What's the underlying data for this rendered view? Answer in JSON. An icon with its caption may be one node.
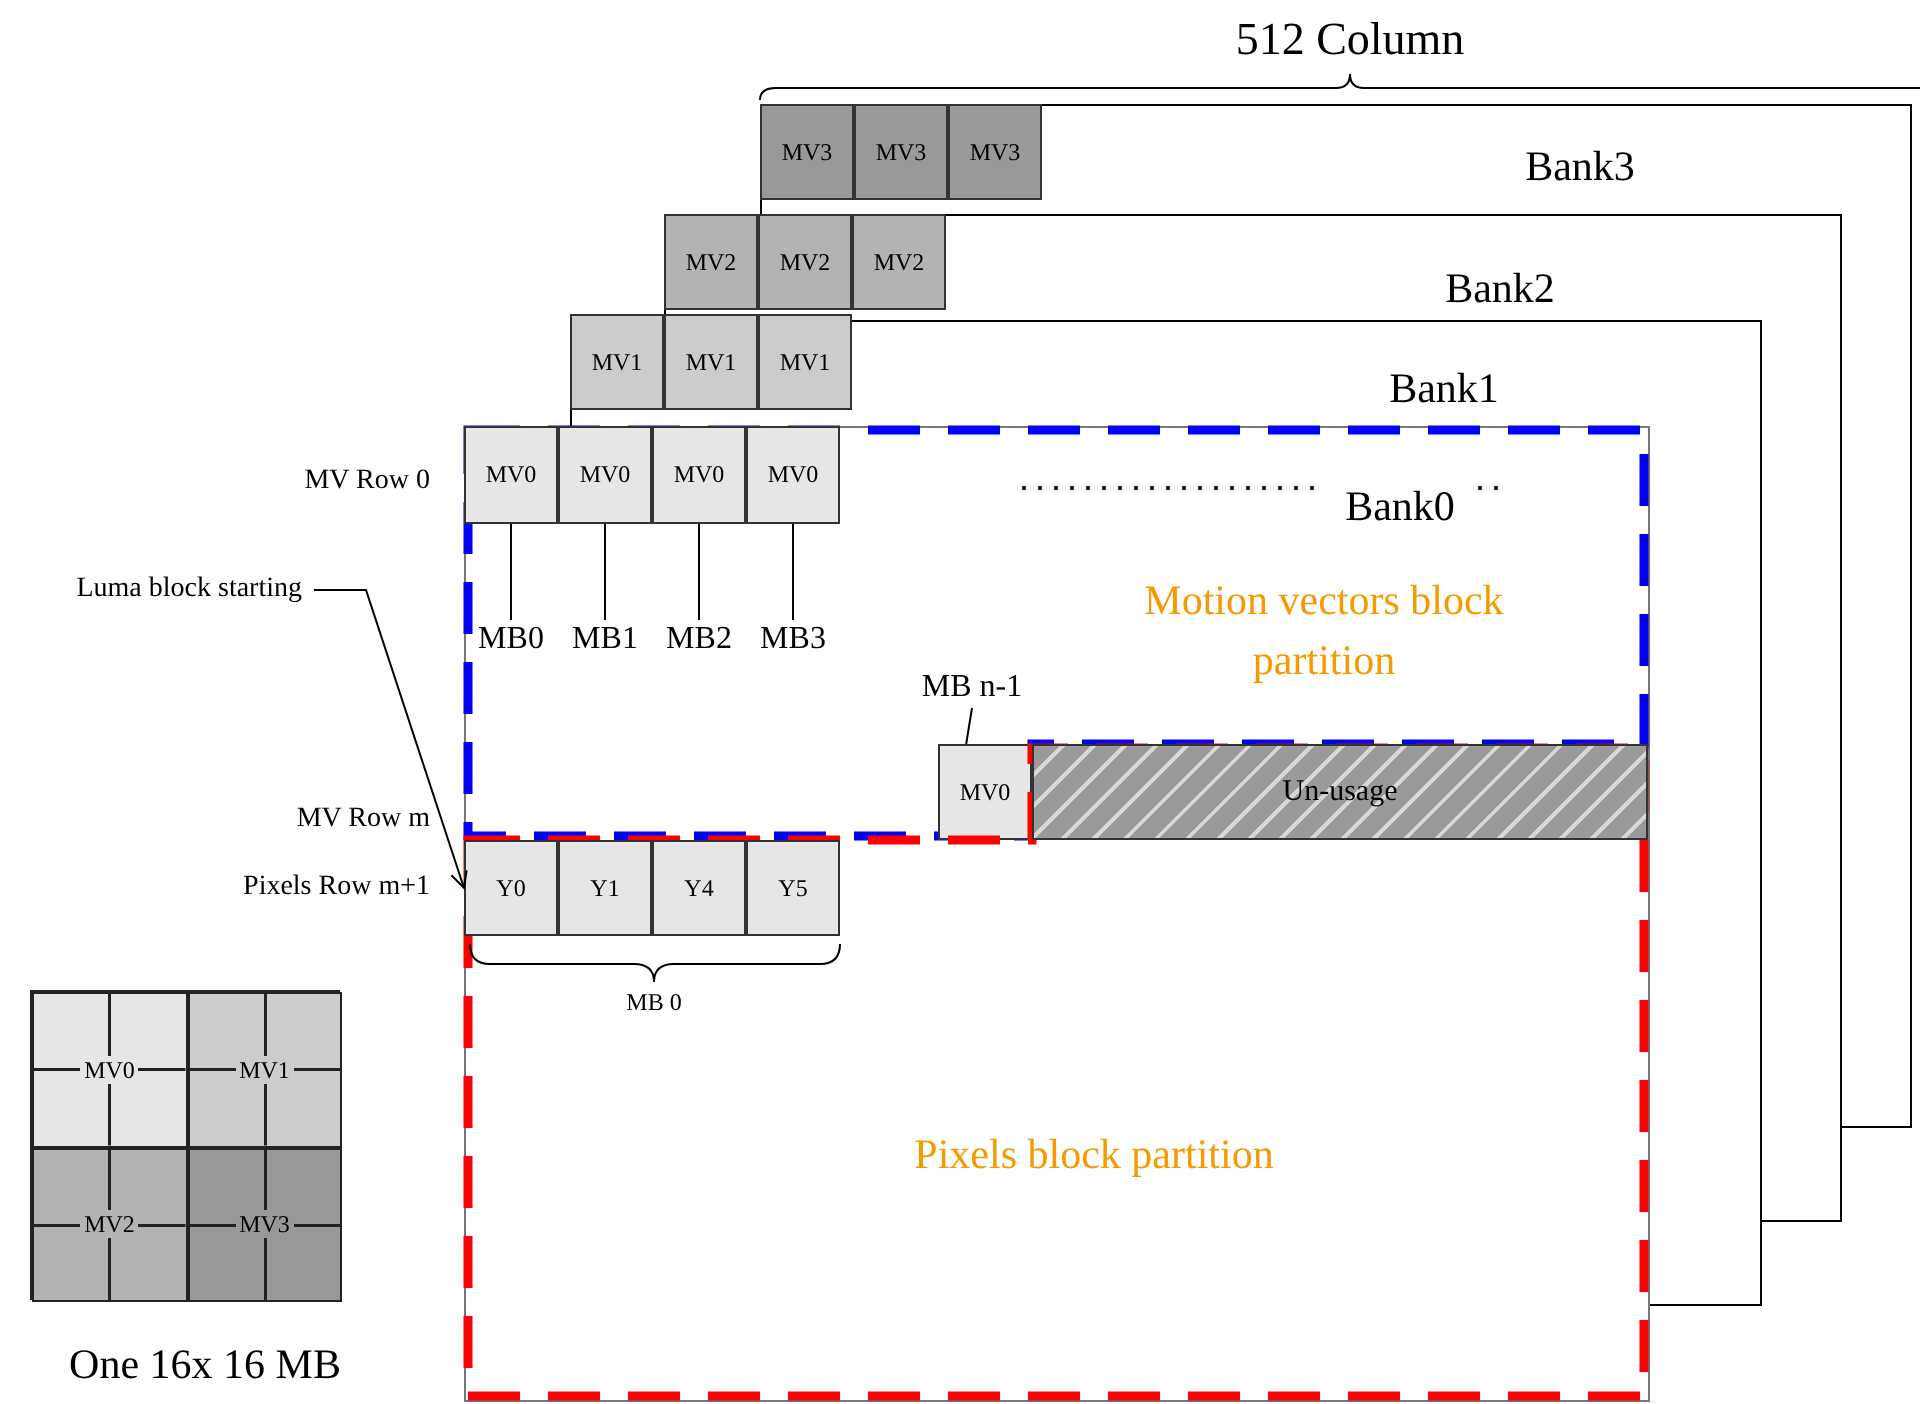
{
  "diagram": {
    "nodes": [
      {
        "text": [
          "MV3"
        ]
      },
      {
        "text": [
          "MV3"
        ]
      },
      {
        "text": [
          "MV3"
        ]
      },
      {
        "text": [
          "MV2"
        ]
      },
      {
        "text": [
          "MV2"
        ]
      },
      {
        "text": [
          "MV2"
        ]
      },
      {
        "text": [
          "MV1"
        ]
      },
      {
        "text": [
          "MV1"
        ]
      },
      {
        "text": [
          "MV1"
        ]
      },
      {
        "text": [
          "Motion vectors block partition"
        ]
      },
      {
        "text": [
          "Pixels block partition"
        ]
      },
      {
        "text": [
          "MV0"
        ],
        "in": 9
      },
      {
        "text": [
          "MV0"
        ],
        "in": 9
      },
      {
        "text": [
          "MV0"
        ],
        "in": 9
      },
      {
        "text": [
          "MV0"
        ],
        "in": 9
      },
      {
        "text": [
          "MB0"
        ],
        "in": 9
      },
      {
        "text": [
          "MB1"
        ],
        "in": 9
      },
      {
        "text": [
          "MB2"
        ],
        "in": 9
      },
      {
        "text": [
          "MB3"
        ],
        "in": 9
      },
      {
        "text": [
          "MB n-1"
        ],
        "in": 9
      },
      {
        "text": [
          "MV0"
        ],
        "in": 9
      },
      {
        "text": [
          "Un-usage"
        ],
        "in": 10
      },
      {
        "text": [
          "Y0"
        ],
        "in": 10
      },
      {
        "text": [
          "Y1"
        ],
        "in": 10
      },
      {
        "text": [
          "Y4"
        ],
        "in": 10
      },
      {
        "text": [
          "Y5"
        ],
        "in": 10
      },
      {
        "text": [
          "Luma block starting"
        ]
      },
      {
        "text": [],
        "shape": "box",
        "beside": [
          "One 16x 16 MB"
        ]
      },
      {
        "text": [
          "MV0"
        ],
        "in": 27
      },
      {
        "text": [
          "MV1"
        ],
        "in": 27
      },
      {
        "text": [
          "MV2"
        ],
        "in": 27
      },
      {
        "text": [
          "MV3"
        ],
        "in": 27
      }
    ],
    "edges": [
      {
        "from": 15,
        "to": 11,
        "arrow": "none"
      },
      {
        "from": 16,
        "to": 12,
        "arrow": "none"
      },
      {
        "from": 17,
        "to": 13,
        "arrow": "none"
      },
      {
        "from": 18,
        "to": 14,
        "arrow": "none"
      },
      {
        "from": 19,
        "to": 20,
        "arrow": "none"
      },
      {
        "from": 26,
        "to": 22,
        "arrow": "to"
      }
    ],
    "labels": [
      "512 Column",
      "Bank3",
      "Bank2",
      "Bank1",
      "MV Row 0",
      "Bank0",
      "MV Row m",
      "Pixels Row m+1",
      "MB 0"
    ]
  }
}
